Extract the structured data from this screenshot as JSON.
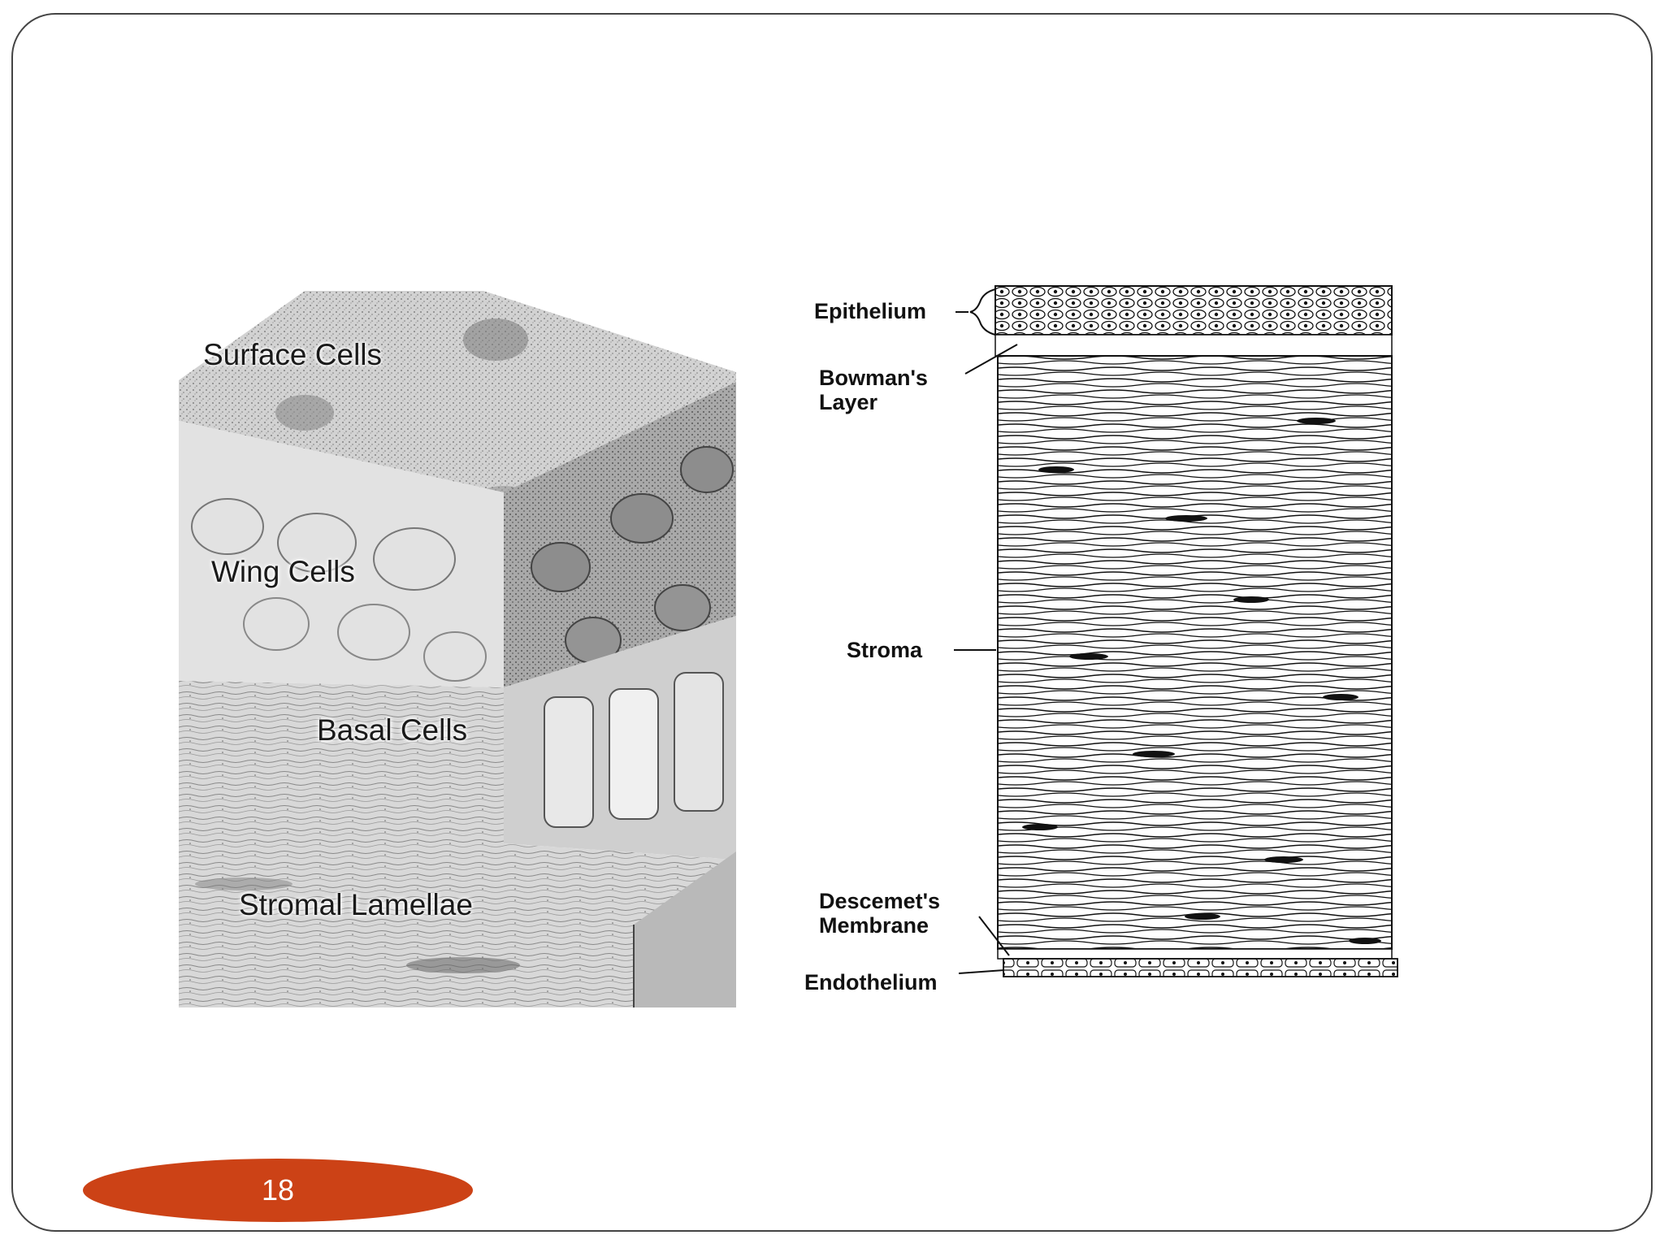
{
  "slide": {
    "page_number": "18"
  },
  "left_diagram": {
    "labels": {
      "surface": "Surface Cells",
      "wing": "Wing Cells",
      "basal": "Basal Cells",
      "stromal": "Stromal Lamellae"
    }
  },
  "right_diagram": {
    "labels": {
      "epithelium": "Epithelium",
      "bowman_line1": "Bowman's",
      "bowman_line2": "Layer",
      "stroma": "Stroma",
      "descemet_line1": "Descemet's",
      "descemet_line2": "Membrane",
      "endothelium": "Endothelium"
    }
  },
  "colors": {
    "page_badge": "#cc4216",
    "frame_border": "#444444"
  }
}
